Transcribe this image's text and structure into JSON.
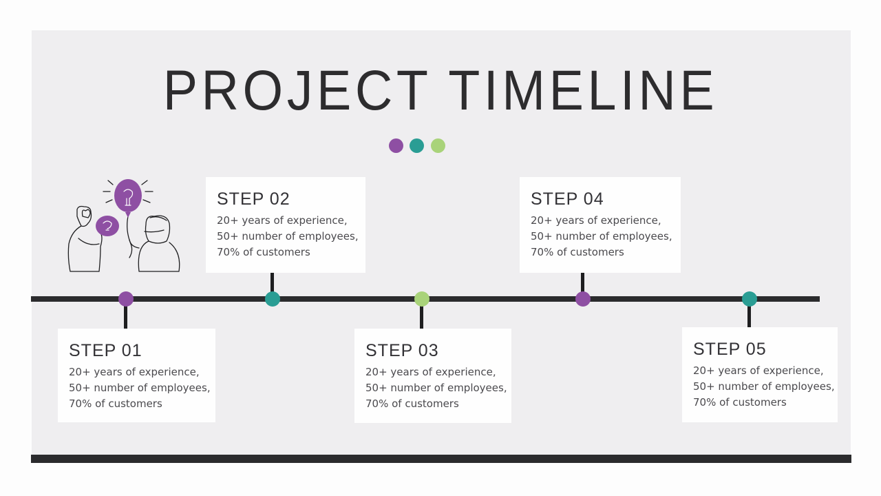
{
  "title": "PROJECT TIMELINE",
  "colors": {
    "purple": "#8e4fa3",
    "teal": "#2a9d94",
    "green": "#a9d37a",
    "dark": "#2b2b2d",
    "background": "#efeef0"
  },
  "decor_dots": [
    "purple",
    "teal",
    "green"
  ],
  "illustration": {
    "icon": "people-with-lightbulb-balloon-illustration"
  },
  "steps": [
    {
      "label": "STEP 01",
      "line1": " 20+ years of experience,",
      "line2": "50+ number of employees,",
      "line3": "70% of customers",
      "node_color": "purple"
    },
    {
      "label": "STEP 02",
      "line1": " 20+ years of experience,",
      "line2": "50+ number of employees,",
      "line3": "70% of customers",
      "node_color": "teal"
    },
    {
      "label": "STEP 03",
      "line1": " 20+ years of experience,",
      "line2": "50+ number of employees,",
      "line3": "70% of customers",
      "node_color": "green"
    },
    {
      "label": "STEP 04",
      "line1": " 20+ years of experience,",
      "line2": "50+ number of employees,",
      "line3": "70% of customers",
      "node_color": "purple"
    },
    {
      "label": "STEP 05",
      "line1": " 20+ years of experience,",
      "line2": "50+ number of employees,",
      "line3": "70% of customers",
      "node_color": "teal"
    }
  ]
}
